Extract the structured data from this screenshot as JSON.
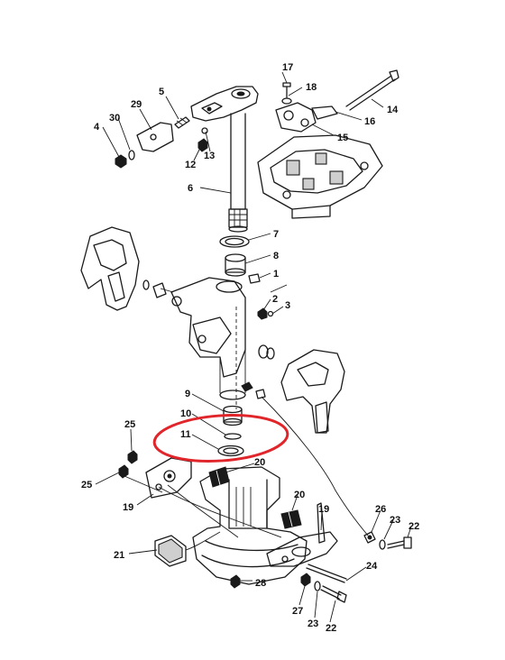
{
  "highlight_color": "#e0262b",
  "callouts": [
    {
      "label": "17"
    },
    {
      "label": "18"
    },
    {
      "label": "14"
    },
    {
      "label": "5"
    },
    {
      "label": "29"
    },
    {
      "label": "30"
    },
    {
      "label": "4"
    },
    {
      "label": "16"
    },
    {
      "label": "15"
    },
    {
      "label": "13"
    },
    {
      "label": "12"
    },
    {
      "label": "6"
    },
    {
      "label": "7"
    },
    {
      "label": "8"
    },
    {
      "label": "1"
    },
    {
      "label": "2"
    },
    {
      "label": "3"
    },
    {
      "label": "9"
    },
    {
      "label": "10"
    },
    {
      "label": "11"
    },
    {
      "label": "25"
    },
    {
      "label": "25"
    },
    {
      "label": "20"
    },
    {
      "label": "19"
    },
    {
      "label": "20"
    },
    {
      "label": "19"
    },
    {
      "label": "26"
    },
    {
      "label": "23"
    },
    {
      "label": "22"
    },
    {
      "label": "21"
    },
    {
      "label": "24"
    },
    {
      "label": "28"
    },
    {
      "label": "27"
    },
    {
      "label": "23"
    },
    {
      "label": "22"
    }
  ]
}
